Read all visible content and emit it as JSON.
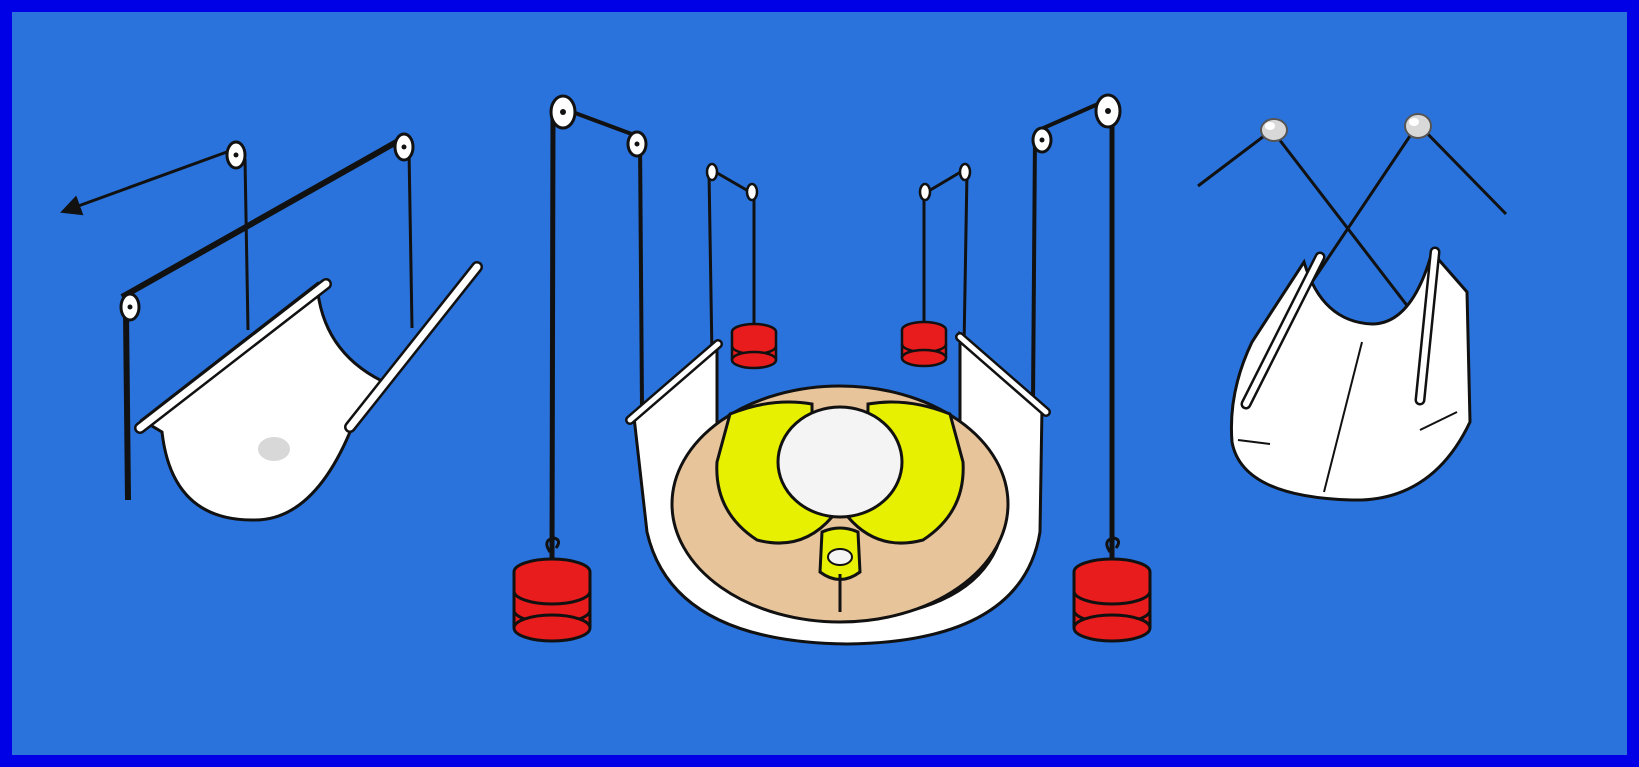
{
  "diagram": {
    "panels": [
      {
        "name": "sling-perspective-view",
        "parts": [
          "pulley",
          "pulley",
          "pulley",
          "sling",
          "rod",
          "rod",
          "traction-cord"
        ]
      },
      {
        "name": "sling-cross-section-view",
        "parts": [
          "pulley",
          "pulley",
          "pulley",
          "pulley",
          "pulley",
          "pulley",
          "pulley",
          "pulley",
          "weight",
          "weight",
          "weight",
          "weight",
          "sling",
          "torso-cross-section"
        ]
      },
      {
        "name": "crossed-sling-view",
        "parts": [
          "pulley",
          "pulley",
          "sling",
          "rod",
          "rod",
          "cord",
          "cord"
        ]
      }
    ]
  },
  "colors": {
    "frame": "#0000e6",
    "background": "#2a73dc",
    "sling": "#ffffff",
    "weight": "#e81c1c",
    "fat_tissue": "#e8c49a",
    "lung": "#e6f000",
    "outline": "#111111"
  },
  "icons": {
    "pulley": "pulley-icon",
    "weight": "weight-icon",
    "arrow": "arrow-icon"
  }
}
